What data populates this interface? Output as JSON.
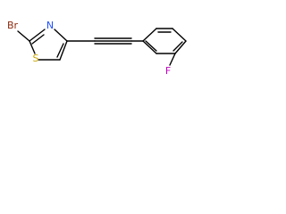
{
  "molecule": {
    "atoms": {
      "br": {
        "label": "Br",
        "color": "#8b2a0f"
      },
      "n": {
        "label": "N",
        "color": "#1f4fff"
      },
      "s": {
        "label": "S",
        "color": "#c9a600"
      },
      "f": {
        "label": "F",
        "color": "#c000c0"
      }
    }
  }
}
